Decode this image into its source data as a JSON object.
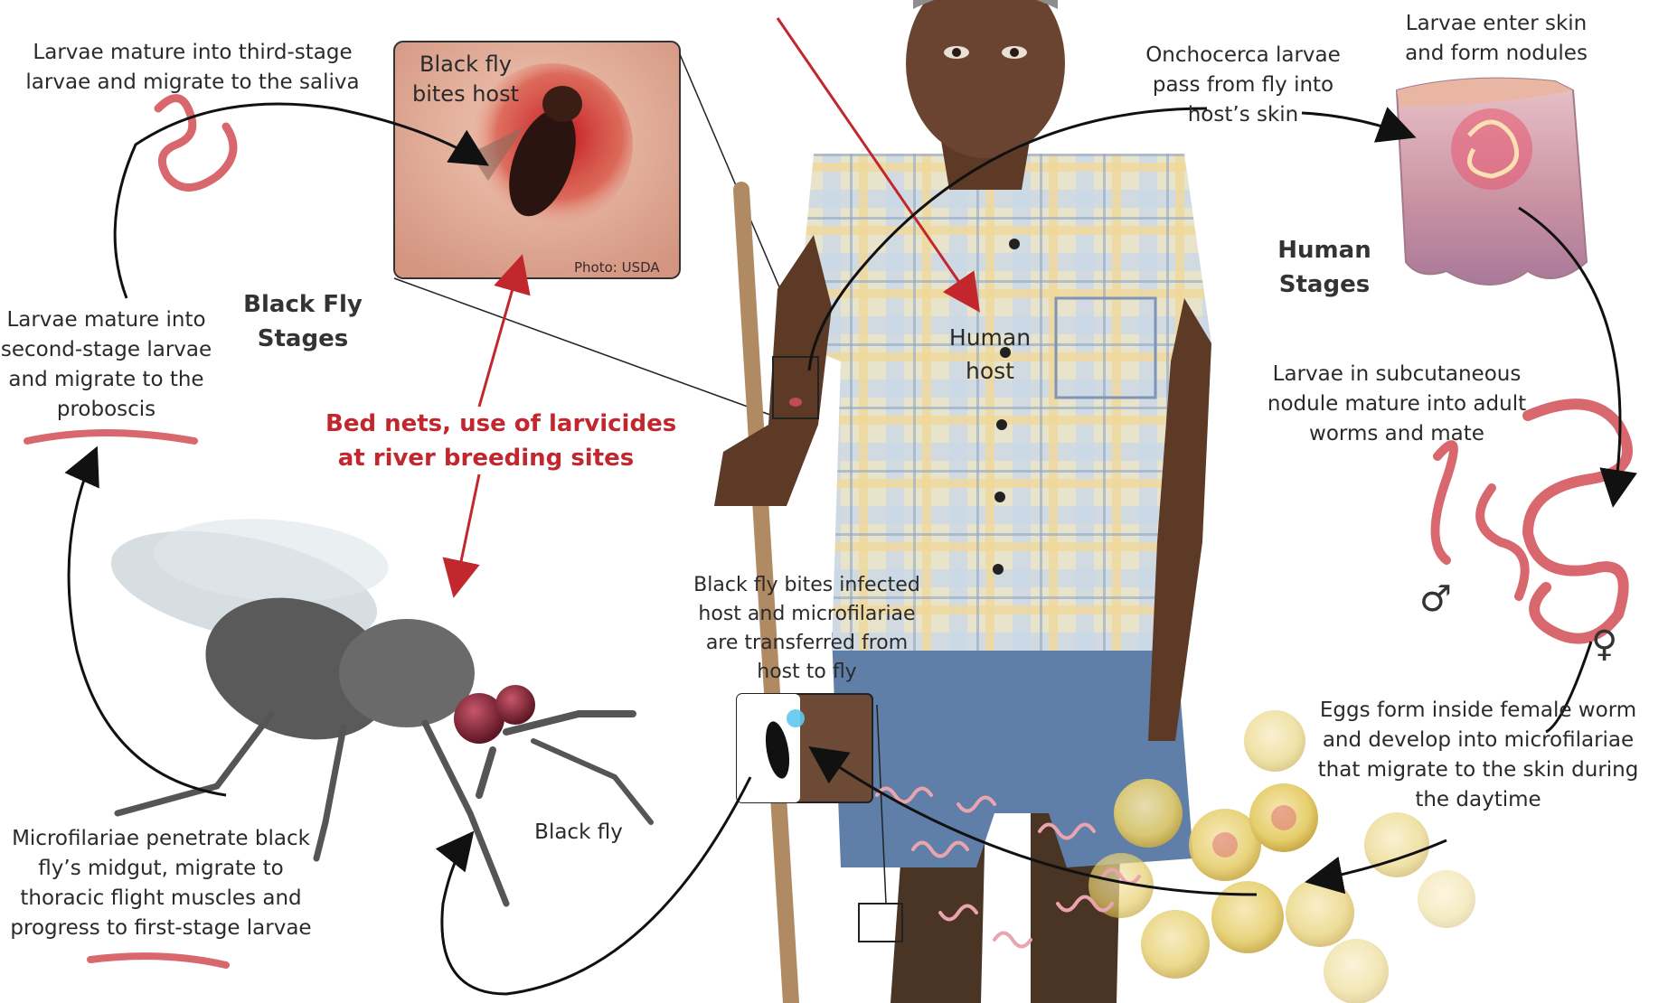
{
  "headings": {
    "black_fly_stages": [
      "Black Fly",
      "Stages"
    ],
    "human_stages": [
      "Human",
      "Stages"
    ]
  },
  "intervention": [
    "Bed nets, use of larvicides",
    "at river breeding sites"
  ],
  "labels": {
    "third_stage": [
      "Larvae mature into third-stage",
      "larvae and migrate to the saliva"
    ],
    "fly_bites_host": [
      "Black fly",
      "bites host"
    ],
    "photo_credit": "Photo: USDA",
    "onchocerca_pass": [
      "Onchocerca larvae",
      "pass from fly into",
      "host’s skin"
    ],
    "enter_skin": [
      "Larvae enter skin",
      "and form nodules"
    ],
    "second_stage": [
      "Larvae mature into",
      "second-stage larvae",
      "and migrate to the",
      "proboscis"
    ],
    "human_host": [
      "Human",
      "host"
    ],
    "subcutaneous": [
      "Larvae in subcutaneous",
      "nodule mature into adult",
      "worms and mate"
    ],
    "bites_infected": [
      "Black fly bites infected",
      "host and microfilariae",
      "are transferred from",
      "host to fly"
    ],
    "eggs_form": [
      "Eggs form inside female worm",
      "and develop into microfilariae",
      "that migrate to the skin during",
      "the daytime"
    ],
    "black_fly": "Black fly",
    "microfilariae_penetrate": [
      "Microfilariae penetrate black",
      "fly’s midgut, migrate to",
      "thoracic flight muscles and",
      "progress to first-stage larvae"
    ]
  },
  "symbols": {
    "male": "♂",
    "female": "♀"
  },
  "colors": {
    "intervention": "#c1272d",
    "worm": "#d9676e",
    "cycle_arrow": "#111111",
    "skin_tissue": "#d89aa8",
    "egg": "#e6cf6e"
  }
}
